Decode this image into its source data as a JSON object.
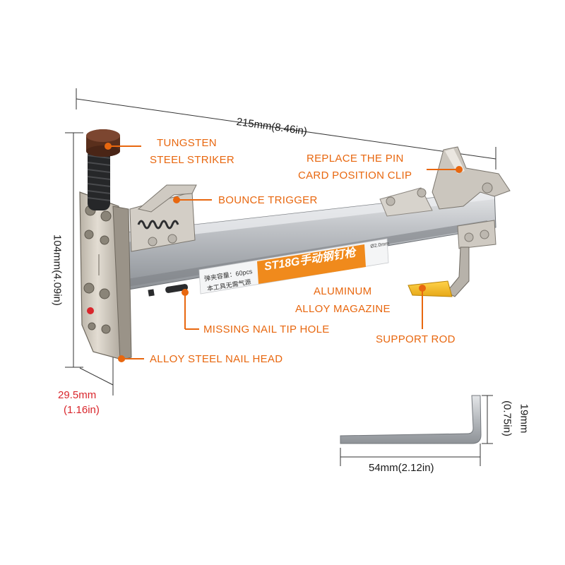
{
  "colors": {
    "callout": "#e8670f",
    "dimension": "#1a1a1a",
    "dimension_accent": "#d9262c",
    "label_bg": "#f08a1c"
  },
  "dimensions": {
    "length": "215mm(8.46in)",
    "height": "104mm(4.09in)",
    "nose_width_mm": "29.5mm",
    "nose_width_in": "(1.16in)",
    "wrench_length": "54mm(2.12in)",
    "wrench_height_mm": "19mm",
    "wrench_height_in": "(0.75in)"
  },
  "callouts": {
    "striker_line1": "TUNGSTEN",
    "striker_line2": "STEEL STRIKER",
    "bounce_trigger": "BOUNCE TRIGGER",
    "clip_line1": "REPLACE THE PIN",
    "clip_line2": "CARD POSITION CLIP",
    "magazine_line1": "ALUMINUM",
    "magazine_line2": "ALLOY MAGAZINE",
    "missing_nail": "MISSING NAIL TIP HOLE",
    "support_rod": "SUPPORT ROD",
    "nail_head": "ALLOY STEEL NAIL HEAD"
  },
  "product": {
    "model_label": "ST18G手动钢钉枪",
    "capacity_line1": "弹夹容量：60pcs",
    "capacity_line2": "本工具无需气源",
    "gauge_label": "Ø2.0mm"
  }
}
